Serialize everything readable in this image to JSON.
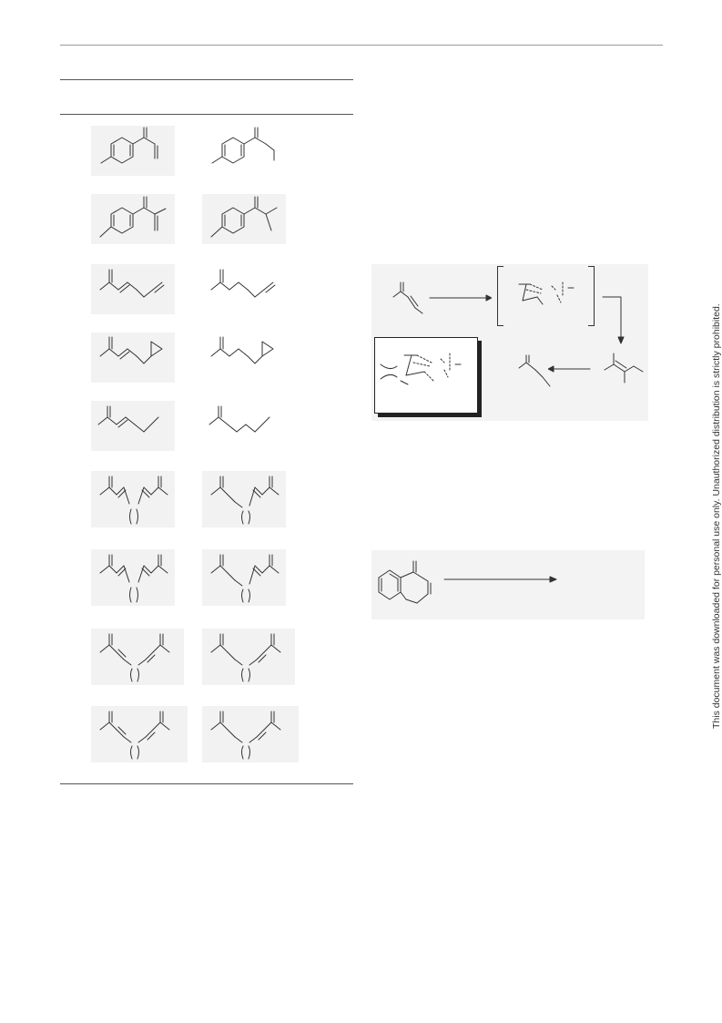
{
  "document": {
    "side_note": "This document was downloaded for personal use only. Unauthorized distribution is strictly prohibited."
  },
  "table": {
    "row_count": 9,
    "columns": 2
  },
  "schemes": {
    "scheme1": {
      "description_icons": [
        "reactant",
        "transition-state",
        "intermediate",
        "product"
      ]
    },
    "scheme2": {
      "description_icons": [
        "benzocycloheptene-reactant"
      ]
    }
  },
  "colors": {
    "rule": "#555555",
    "header_line": "#9a9a9a",
    "shade": "#f2f2f2",
    "ink": "#333333"
  }
}
